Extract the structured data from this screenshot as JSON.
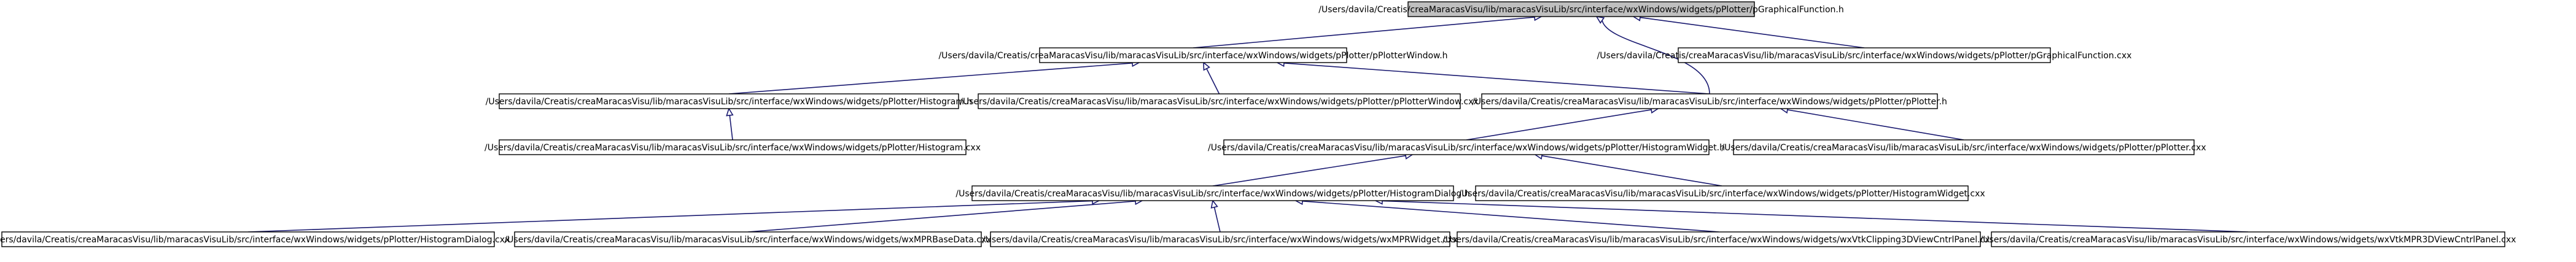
{
  "graph": {
    "nodes": [
      {
        "id": "pGraphicalFunction_h",
        "label": "/Users/davila/Creatis/creaMaracasVisu/lib/maracasVisuLib/src/interface/wxWindows/widgets/pPlotter/pGraphicalFunction.h",
        "highlighted": true
      },
      {
        "id": "pPlotterWindow_h",
        "label": "/Users/davila/Creatis/creaMaracasVisu/lib/maracasVisuLib/src/interface/wxWindows/widgets/pPlotter/pPlotterWindow.h"
      },
      {
        "id": "pGraphicalFunction_cxx",
        "label": "/Users/davila/Creatis/creaMaracasVisu/lib/maracasVisuLib/src/interface/wxWindows/widgets/pPlotter/pGraphicalFunction.cxx"
      },
      {
        "id": "Histogram_h",
        "label": "/Users/davila/Creatis/creaMaracasVisu/lib/maracasVisuLib/src/interface/wxWindows/widgets/pPlotter/Histogram.h"
      },
      {
        "id": "pPlotterWindow_cxx",
        "label": "/Users/davila/Creatis/creaMaracasVisu/lib/maracasVisuLib/src/interface/wxWindows/widgets/pPlotter/pPlotterWindow.cxx"
      },
      {
        "id": "pPlotter_h",
        "label": "/Users/davila/Creatis/creaMaracasVisu/lib/maracasVisuLib/src/interface/wxWindows/widgets/pPlotter/pPlotter.h"
      },
      {
        "id": "Histogram_cxx",
        "label": "/Users/davila/Creatis/creaMaracasVisu/lib/maracasVisuLib/src/interface/wxWindows/widgets/pPlotter/Histogram.cxx"
      },
      {
        "id": "HistogramWidget_h",
        "label": "/Users/davila/Creatis/creaMaracasVisu/lib/maracasVisuLib/src/interface/wxWindows/widgets/pPlotter/HistogramWidget.h"
      },
      {
        "id": "pPlotter_cxx",
        "label": "/Users/davila/Creatis/creaMaracasVisu/lib/maracasVisuLib/src/interface/wxWindows/widgets/pPlotter/pPlotter.cxx"
      },
      {
        "id": "HistogramDialog_h",
        "label": "/Users/davila/Creatis/creaMaracasVisu/lib/maracasVisuLib/src/interface/wxWindows/widgets/pPlotter/HistogramDialog.h"
      },
      {
        "id": "HistogramWidget_cxx",
        "label": "/Users/davila/Creatis/creaMaracasVisu/lib/maracasVisuLib/src/interface/wxWindows/widgets/pPlotter/HistogramWidget.cxx"
      },
      {
        "id": "HistogramDialog_cxx",
        "label": "/Users/davila/Creatis/creaMaracasVisu/lib/maracasVisuLib/src/interface/wxWindows/widgets/pPlotter/HistogramDialog.cxx"
      },
      {
        "id": "wxMPRBaseData_cxx",
        "label": "/Users/davila/Creatis/creaMaracasVisu/lib/maracasVisuLib/src/interface/wxWindows/widgets/wxMPRBaseData.cxx"
      },
      {
        "id": "wxMPRWidget_cxx",
        "label": "/Users/davila/Creatis/creaMaracasVisu/lib/maracasVisuLib/src/interface/wxWindows/widgets/wxMPRWidget.cxx"
      },
      {
        "id": "wxVtkClipping3DViewCntrlPanel_cxx",
        "label": "/Users/davila/Creatis/creaMaracasVisu/lib/maracasVisuLib/src/interface/wxWindows/widgets/wxVtkClipping3DViewCntrlPanel.cxx"
      },
      {
        "id": "wxVtkMPR3DViewCntrlPanel_cxx",
        "label": "/Users/davila/Creatis/creaMaracasVisu/lib/maracasVisuLib/src/interface/wxWindows/widgets/wxVtkMPR3DViewCntrlPanel.cxx"
      }
    ],
    "edges": [
      {
        "from": "pPlotterWindow_h",
        "to": "pGraphicalFunction_h"
      },
      {
        "from": "pGraphicalFunction_cxx",
        "to": "pGraphicalFunction_h"
      },
      {
        "from": "pPlotter_h",
        "to": "pGraphicalFunction_h"
      },
      {
        "from": "Histogram_h",
        "to": "pPlotterWindow_h"
      },
      {
        "from": "pPlotterWindow_cxx",
        "to": "pPlotterWindow_h"
      },
      {
        "from": "pPlotter_h",
        "to": "pPlotterWindow_h"
      },
      {
        "from": "Histogram_cxx",
        "to": "Histogram_h"
      },
      {
        "from": "HistogramWidget_h",
        "to": "pPlotter_h"
      },
      {
        "from": "pPlotter_cxx",
        "to": "pPlotter_h"
      },
      {
        "from": "HistogramDialog_h",
        "to": "HistogramWidget_h"
      },
      {
        "from": "HistogramWidget_cxx",
        "to": "HistogramWidget_h"
      },
      {
        "from": "HistogramDialog_cxx",
        "to": "HistogramDialog_h"
      },
      {
        "from": "wxMPRBaseData_cxx",
        "to": "HistogramDialog_h"
      },
      {
        "from": "wxMPRWidget_cxx",
        "to": "HistogramDialog_h"
      },
      {
        "from": "wxVtkClipping3DViewCntrlPanel_cxx",
        "to": "HistogramDialog_h"
      },
      {
        "from": "wxVtkMPR3DViewCntrlPanel_cxx",
        "to": "HistogramDialog_h"
      }
    ]
  }
}
